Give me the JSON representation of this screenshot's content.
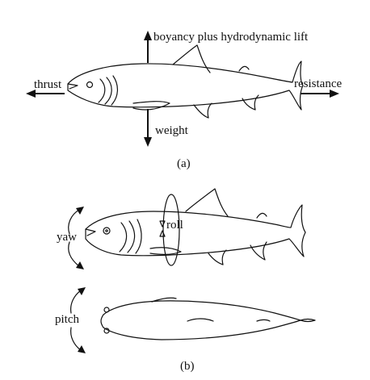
{
  "panel_a": {
    "caption": "(a)",
    "labels": {
      "lift": "boyancy plus hydrodynamic lift",
      "thrust": "thrust",
      "resistance": "resistance",
      "weight": "weight"
    }
  },
  "panel_b": {
    "caption": "(b)",
    "labels": {
      "yaw": "yaw",
      "roll": "roll",
      "pitch": "pitch"
    }
  }
}
